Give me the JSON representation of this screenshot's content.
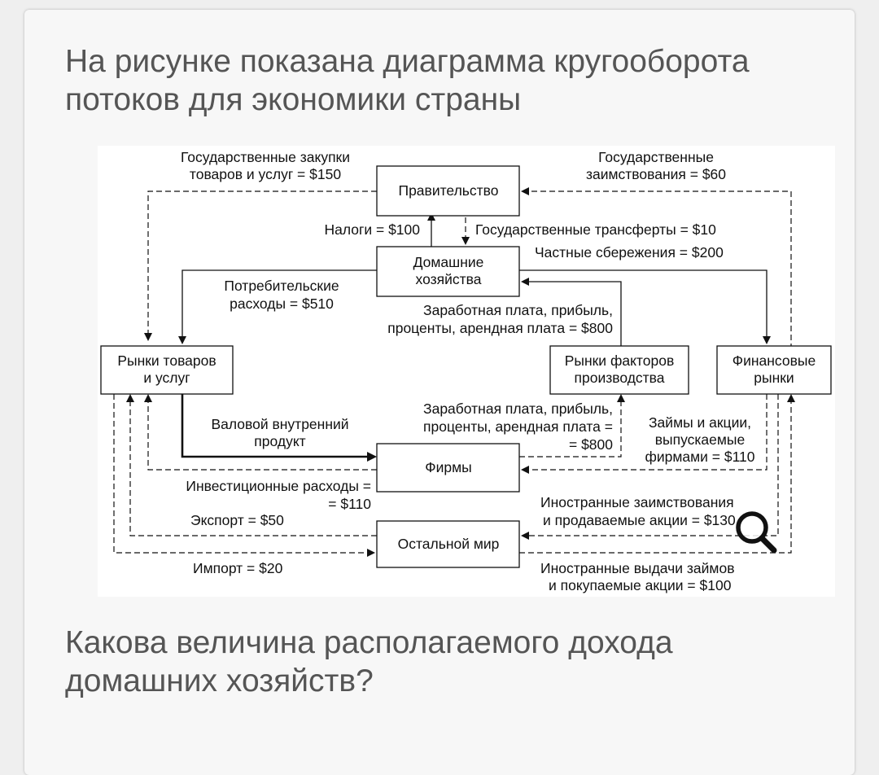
{
  "question": {
    "intro_line1": "На рисунке показана диаграмма кругооборота",
    "intro_line2": "потоков для экономики страны",
    "ask_line1": "Какова величина располагаемого дохода",
    "ask_line2": "домашних хозяйств?"
  },
  "diagram": {
    "boxes": {
      "government": "Правительство",
      "households_l1": "Домашние",
      "households_l2": "хозяйства",
      "goods_market_l1": "Рынки товаров",
      "goods_market_l2": "и услуг",
      "factor_market_l1": "Рынки факторов",
      "factor_market_l2": "производства",
      "financial_market_l1": "Финансовые",
      "financial_market_l2": "рынки",
      "firms": "Фирмы",
      "rest_of_world": "Остальной мир"
    },
    "flows": {
      "gov_purchases_l1": "Государственные закупки",
      "gov_purchases_l2": "товаров и услуг = $150",
      "gov_borrowing_l1": "Государственные",
      "gov_borrowing_l2": "заимствования = $60",
      "taxes": "Налоги = $100",
      "transfers": "Государственные трансферты = $10",
      "private_savings": "Частные сбережения = $200",
      "consumer_spending_l1": "Потребительские",
      "consumer_spending_l2": "расходы = $510",
      "factor_income_hh_l1": "Заработная плата, прибыль,",
      "factor_income_hh_l2": "проценты, арендная плата = $800",
      "gdp_l1": "Валовой внутренний",
      "gdp_l2": "продукт",
      "factor_income_firms_l1": "Заработная плата, прибыль,",
      "factor_income_firms_l2": "проценты, арендная плата =",
      "factor_income_firms_l3": "= $800",
      "loans_stocks_l1": "Займы и акции,",
      "loans_stocks_l2": "выпускаемые",
      "loans_stocks_l3": "фирмами = $110",
      "investment_l1": "Инвестиционные расходы =",
      "investment_l2": "= $110",
      "exports": "Экспорт = $50",
      "imports": "Импорт = $20",
      "foreign_borrowing_l1": "Иностранные заимствования",
      "foreign_borrowing_l2": "и продаваемые акции = $130",
      "foreign_lending_l1": "Иностранные выдачи займов",
      "foreign_lending_l2": "и покупаемые акции = $100"
    }
  },
  "zoom_icon": "magnifier-icon"
}
